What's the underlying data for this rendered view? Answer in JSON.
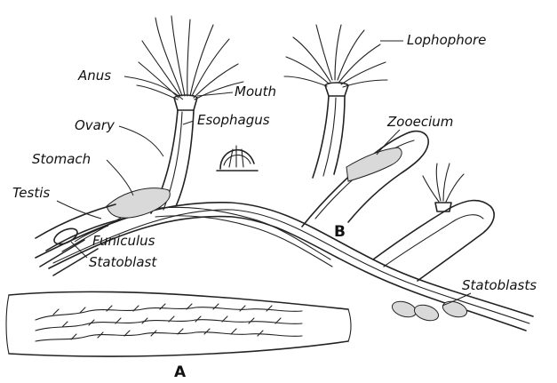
{
  "figure": {
    "labels": {
      "lophophore": "Lophophore",
      "anus": "Anus",
      "mouth": "Mouth",
      "ovary": "Ovary",
      "esophagus": "Esophagus",
      "zooecium": "Zooecium",
      "stomach": "Stomach",
      "testis": "Testis",
      "funiculus": "Funiculus",
      "statoblast": "Statoblast",
      "statoblasts": "Statoblasts"
    },
    "panels": {
      "a": "A",
      "b": "B"
    }
  }
}
